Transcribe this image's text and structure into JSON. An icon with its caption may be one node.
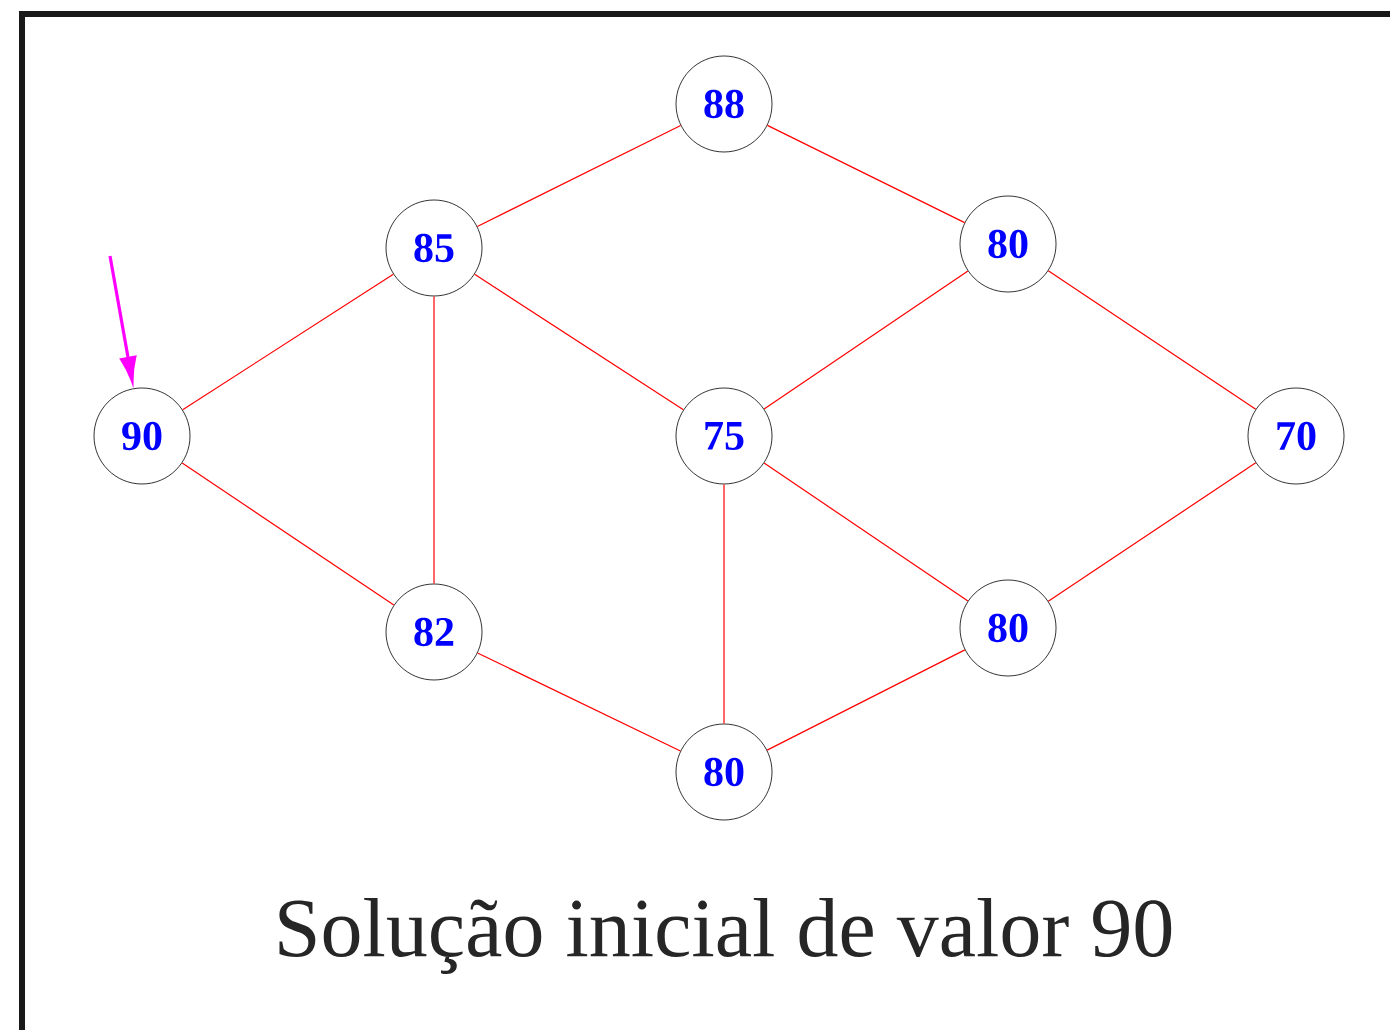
{
  "diagram": {
    "caption": "Solução inicial de valor 90",
    "nodes": [
      {
        "text": [
          "88"
        ]
      },
      {
        "text": [
          "85"
        ]
      },
      {
        "text": [
          "80"
        ]
      },
      {
        "text": [
          "90"
        ]
      },
      {
        "text": [
          "75"
        ]
      },
      {
        "text": [
          "70"
        ]
      },
      {
        "text": [
          "82"
        ]
      },
      {
        "text": [
          "80"
        ]
      },
      {
        "text": [
          "80"
        ]
      }
    ],
    "edges": [
      {
        "from": 0,
        "to": 1,
        "arrow": "none"
      },
      {
        "from": 0,
        "to": 2,
        "arrow": "none"
      },
      {
        "from": 1,
        "to": 3,
        "arrow": "none"
      },
      {
        "from": 1,
        "to": 4,
        "arrow": "none"
      },
      {
        "from": 1,
        "to": 6,
        "arrow": "none"
      },
      {
        "from": 2,
        "to": 4,
        "arrow": "none"
      },
      {
        "from": 2,
        "to": 5,
        "arrow": "none"
      },
      {
        "from": 3,
        "to": 6,
        "arrow": "none"
      },
      {
        "from": 4,
        "to": 7,
        "arrow": "none"
      },
      {
        "from": 4,
        "to": 8,
        "arrow": "none"
      },
      {
        "from": 5,
        "to": 7,
        "arrow": "none"
      },
      {
        "from": 6,
        "to": 8,
        "arrow": "none"
      },
      {
        "from": 7,
        "to": 8,
        "arrow": "none"
      },
      {
        "from": null,
        "to": 3,
        "arrow": "to",
        "color": "#ff00ff"
      }
    ]
  }
}
